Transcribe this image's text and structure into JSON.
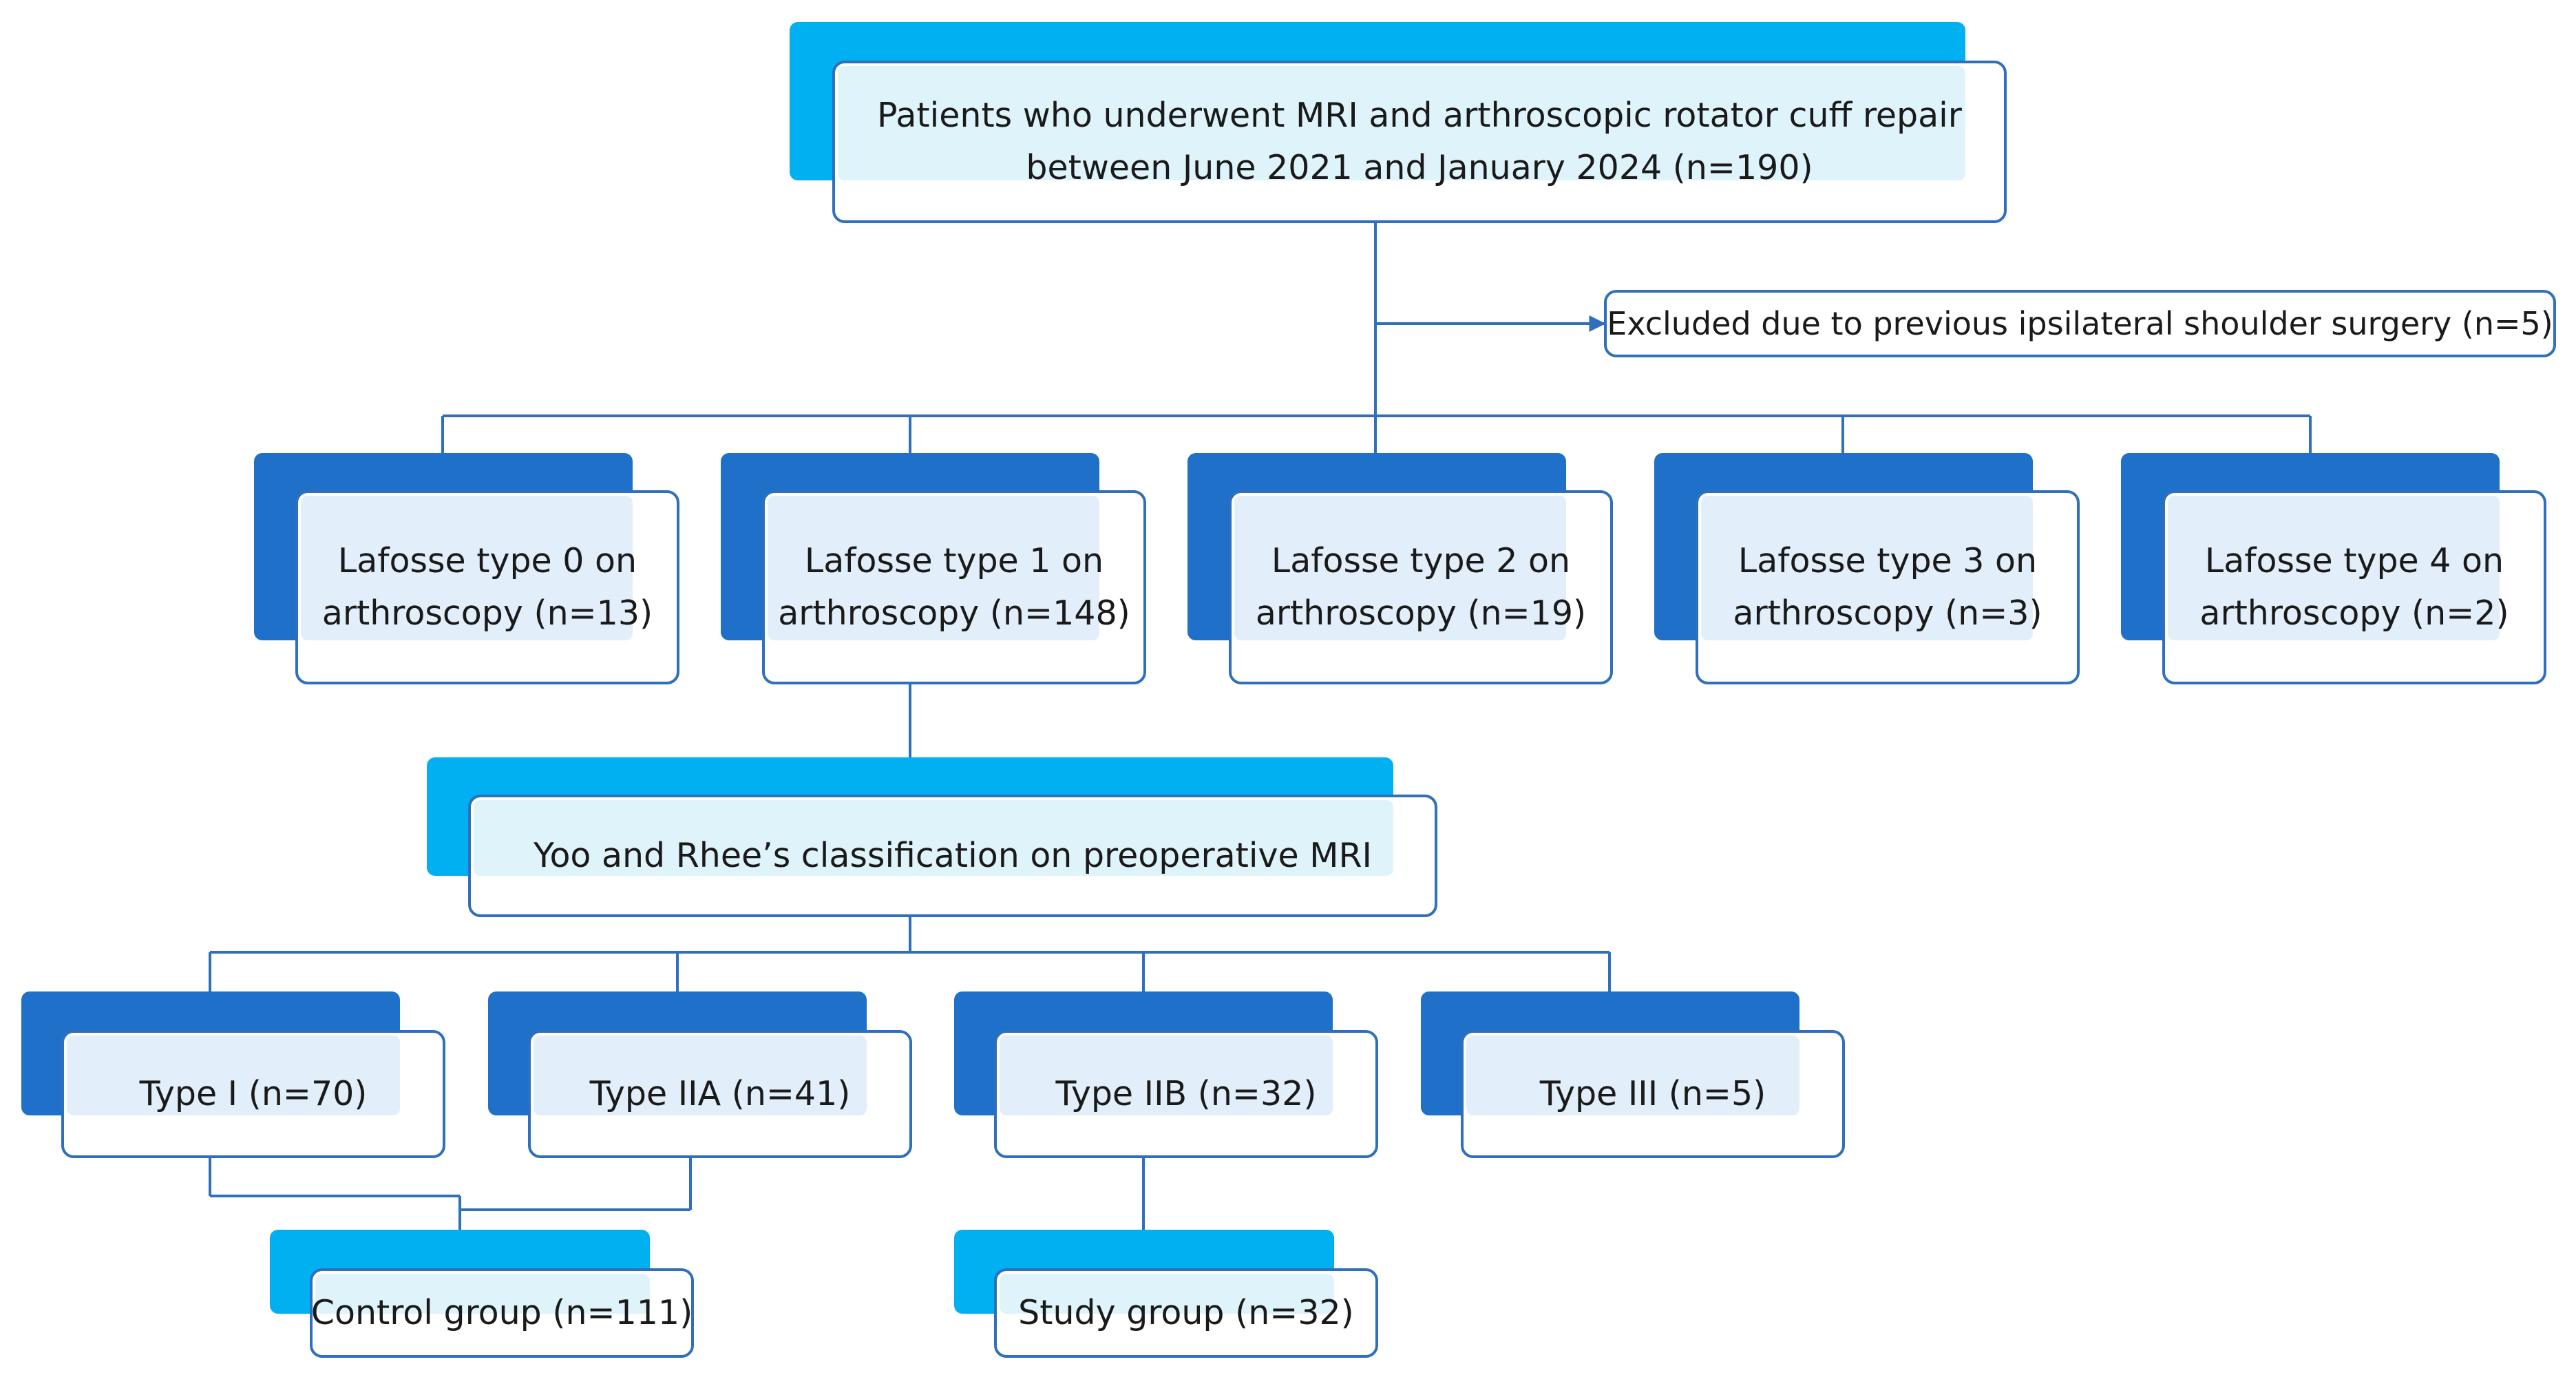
{
  "diagram": {
    "top": {
      "line1": "Patients who underwent MRI and arthroscopic rotator cuff repair",
      "line2": "between June 2021 and January 2024 (n=190)"
    },
    "exclusion": "Excluded due to previous ipsilateral shoulder surgery (n=5)",
    "lafosse": [
      {
        "line1": "Lafosse type 0 on",
        "line2": "arthroscopy (n=13)"
      },
      {
        "line1": "Lafosse type 1 on",
        "line2": "arthroscopy (n=148)"
      },
      {
        "line1": "Lafosse type 2 on",
        "line2": "arthroscopy (n=19)"
      },
      {
        "line1": "Lafosse type 3 on",
        "line2": "arthroscopy (n=3)"
      },
      {
        "line1": "Lafosse type 4 on",
        "line2": "arthroscopy (n=2)"
      }
    ],
    "classification": "Yoo and Rhee’s classification on preoperative MRI",
    "types": [
      "Type I (n=70)",
      "Type IIA (n=41)",
      "Type IIB (n=32)",
      "Type III (n=5)"
    ],
    "groups": {
      "control": "Control group (n=111)",
      "study": "Study group (n=32)"
    }
  },
  "colors": {
    "cyan": "#00b0f0",
    "blue": "#1f70c8",
    "line": "#2f6fbd"
  }
}
